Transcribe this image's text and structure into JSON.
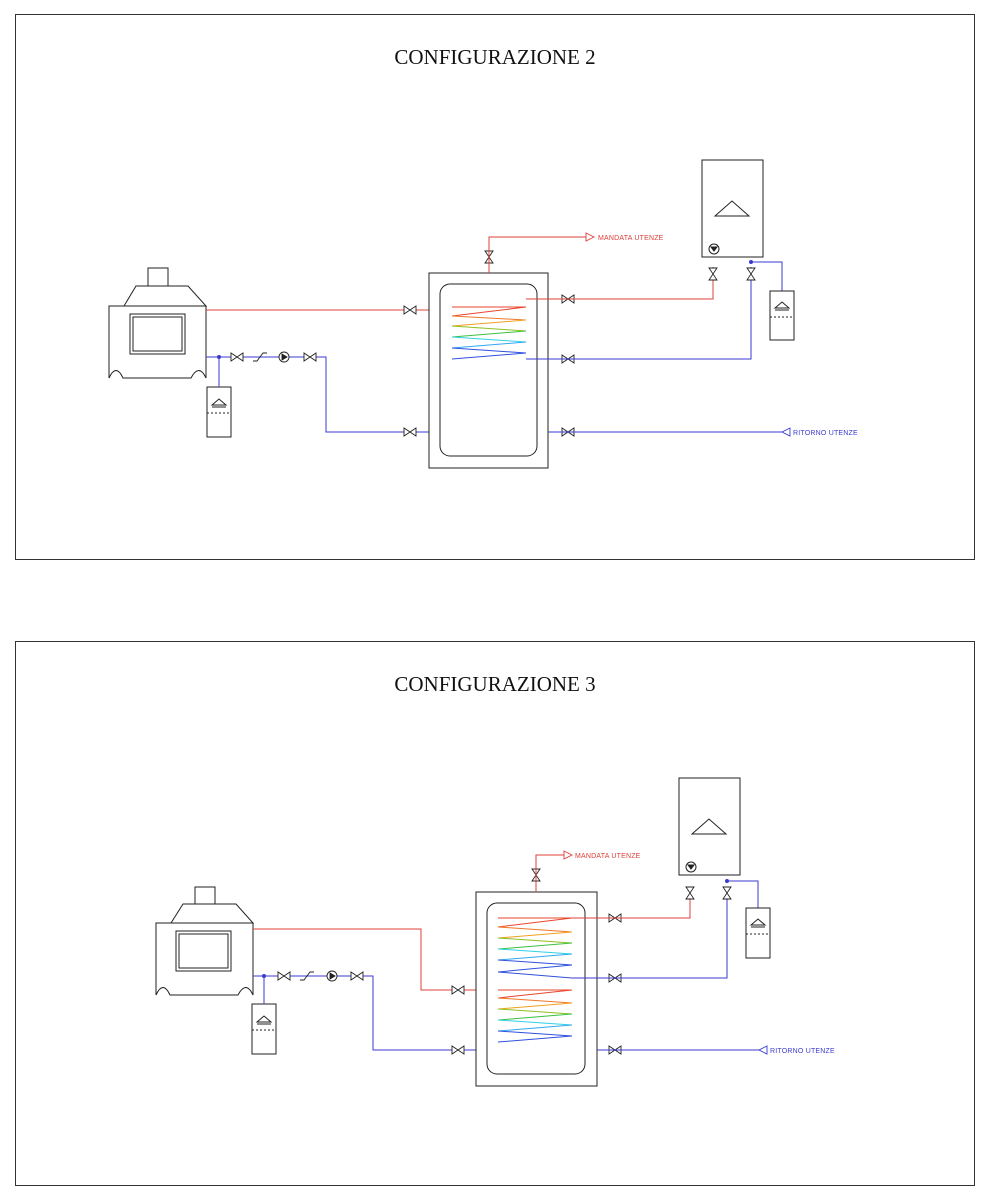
{
  "configurations": [
    {
      "title": "CONFIGURAZIONE 2",
      "labels": {
        "supply": "MANDATA UTENZE",
        "return": "RITORNO UTENZE"
      }
    },
    {
      "title": "CONFIGURAZIONE 3",
      "labels": {
        "supply": "MANDATA UTENZE",
        "return": "RITORNO UTENZE"
      }
    }
  ],
  "colors": {
    "hot_line": "#e0403a",
    "cold_line": "#3a3ad0",
    "outline": "#222222",
    "coil_gradient": [
      "#e8452e",
      "#f0a020",
      "#3cc040",
      "#30d0e8",
      "#3050e0"
    ]
  },
  "icons": [
    "fireplace-icon",
    "expansion-tank-icon",
    "valve-icon",
    "check-valve-icon",
    "pump-icon",
    "boiler-icon",
    "arrow-icon"
  ]
}
